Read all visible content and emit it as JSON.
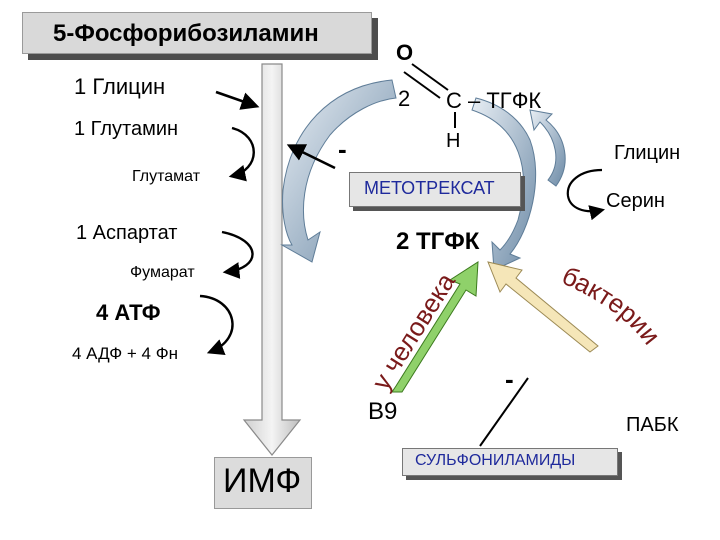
{
  "title": "5-Фосфорибозиламин",
  "left_labels": {
    "glycine1": "1 Глицин",
    "glutamine": "1 Глутамин",
    "glutamate": "Глутамат",
    "aspartate": "1 Аспартат",
    "fumarate": "Фумарат",
    "atp": "4 АТФ",
    "adp": "4 АДФ + 4 Фн"
  },
  "center": {
    "o_atom": "O",
    "num2": "2",
    "c_thfa": "C – ТГФК",
    "h_atom": "H",
    "minus_top": "-",
    "methotrexate": "МЕТОТРЕКСАТ",
    "thfa2": "2 ТГФК",
    "b9": "B9",
    "imf": "ИМФ"
  },
  "right_labels": {
    "glycine": "Глицин",
    "serine": "Серин",
    "minus_bottom": "-",
    "pabk": "ПАБК",
    "sulfonamides": "СУЛЬФОНИЛАМИДЫ"
  },
  "curved_text": {
    "human": "у человека",
    "bacteria": "бактерии"
  },
  "colors": {
    "human_arrow": "#8fd16a",
    "bacteria_arrow": "#f5e6b8",
    "methotrexate_text": "#1f2a9c",
    "curved_text": "#7a1a1a"
  }
}
